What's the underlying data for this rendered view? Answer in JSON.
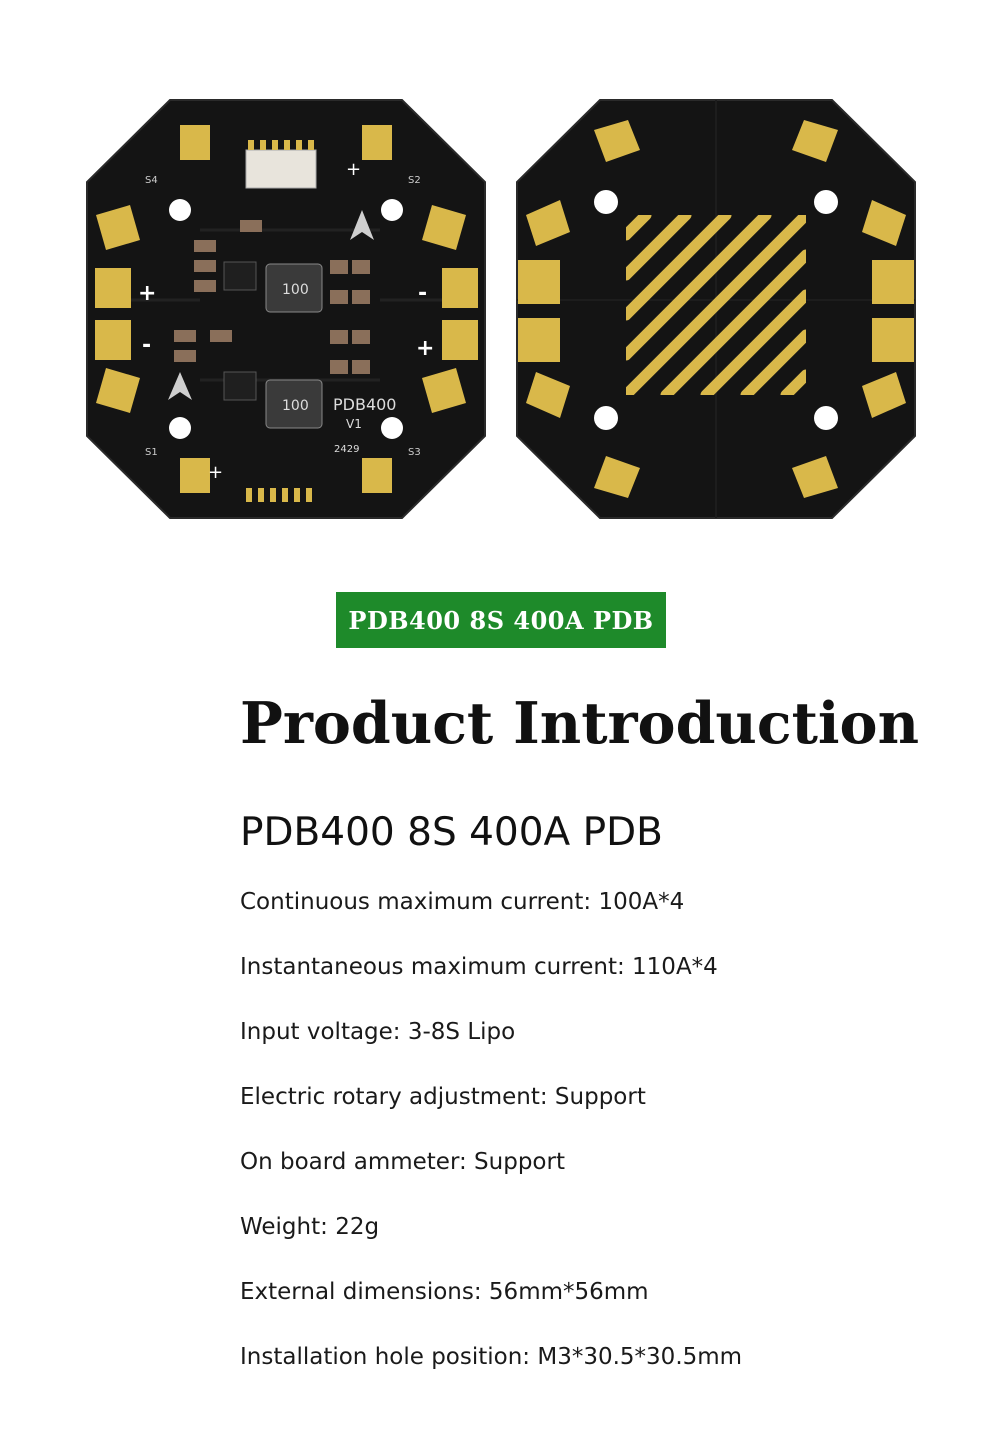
{
  "images": {
    "top_board": {
      "label_model": "PDB400",
      "label_version": "V1",
      "label_date": "2429",
      "inductor_code": "100",
      "signal_labels": [
        "S1",
        "S2",
        "S3",
        "S4"
      ],
      "plus_sign": "+",
      "minus_sign": "-"
    },
    "bottom_board": {}
  },
  "badge": {
    "text": "PDB400 8S 400A PDB"
  },
  "intro": {
    "title": "Product Introduction"
  },
  "product": {
    "name": "PDB400 8S 400A PDB"
  },
  "specs": [
    "Continuous maximum current: 100A*4",
    "Instantaneous maximum current: 110A*4",
    "Input voltage: 3-8S Lipo",
    "Electric rotary adjustment: Support",
    "On board ammeter: Support",
    "Weight: 22g",
    "External dimensions: 56mm*56mm",
    "Installation hole position: M3*30.5*30.5mm"
  ],
  "colors": {
    "badge_bg": "#1e8a2a",
    "pad_gold": "#d9b84a",
    "pcb_black": "#141414"
  }
}
